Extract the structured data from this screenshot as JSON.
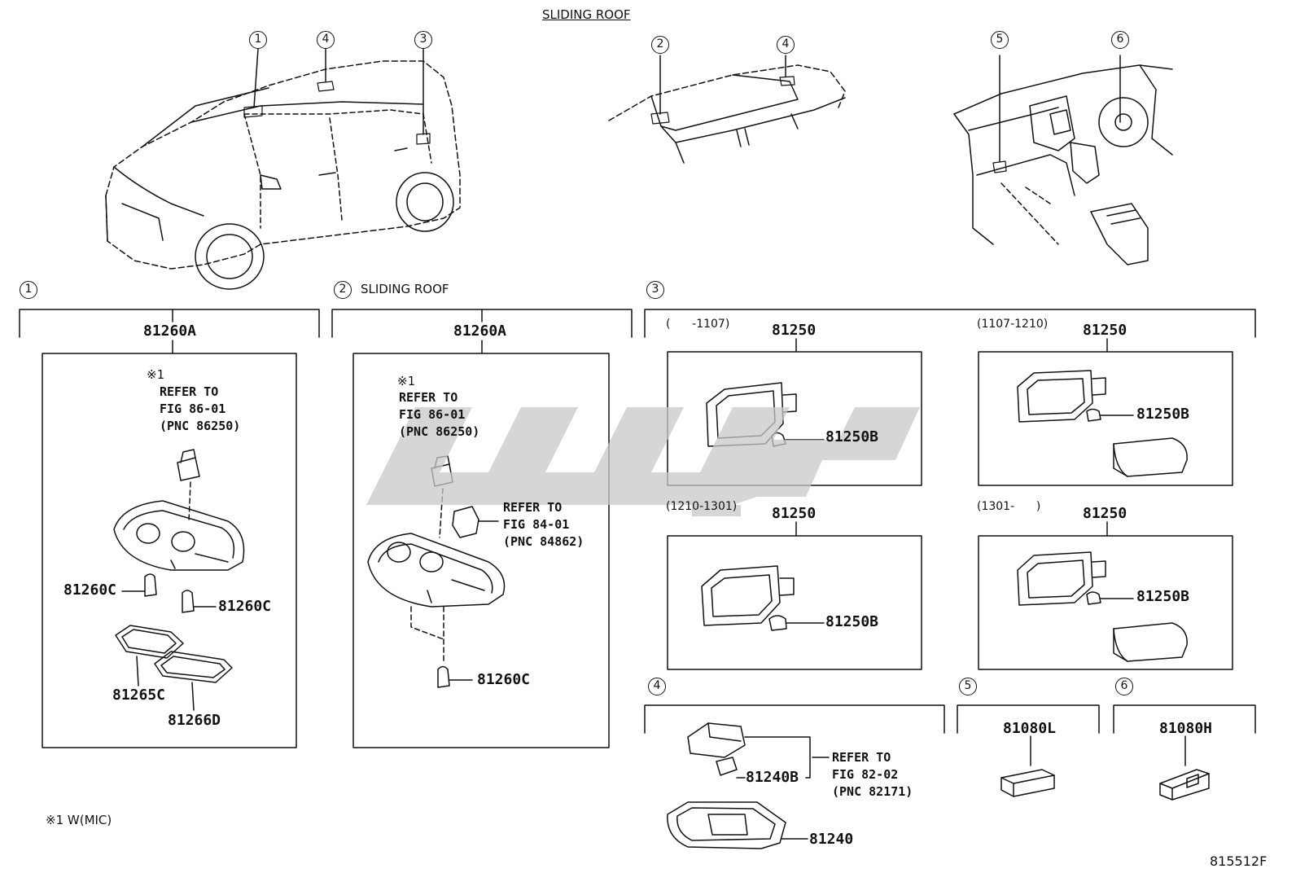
{
  "header": {
    "sliding_roof_caption": "SLIDING ROOF"
  },
  "callouts": {
    "overview_car": [
      "1",
      "4",
      "3"
    ],
    "overview_roof": [
      "2",
      "4"
    ],
    "overview_dash": [
      "5",
      "6"
    ]
  },
  "sections": {
    "s1": {
      "number": "1",
      "main_part": "81260A",
      "note_mark": "※1",
      "refer": "REFER TO\nFIG 86-01\n(PNC 86250)",
      "parts": [
        "81260C",
        "81260C",
        "81265C",
        "81266D"
      ]
    },
    "s2": {
      "number": "2",
      "label": "SLIDING ROOF",
      "main_part": "81260A",
      "note_mark": "※1",
      "refer_a": "REFER TO\nFIG 86-01\n(PNC 86250)",
      "refer_b": "REFER TO\nFIG 84-01\n(PNC 84862)",
      "parts": [
        "81260C"
      ]
    },
    "s3": {
      "number": "3",
      "variants": [
        {
          "date": "(      -1107)",
          "main_part": "81250",
          "bulb": "81250B"
        },
        {
          "date": "(1107-1210)",
          "main_part": "81250",
          "bulb": "81250B"
        },
        {
          "date": "(1210-1301)",
          "main_part": "81250",
          "bulb": "81250B"
        },
        {
          "date": "(1301-      )",
          "main_part": "81250",
          "bulb": "81250B"
        }
      ]
    },
    "s4": {
      "number": "4",
      "parts": [
        "81240B",
        "81240"
      ],
      "refer": "REFER TO\nFIG 82-02\n(PNC 82171)"
    },
    "s5": {
      "number": "5",
      "part": "81080L"
    },
    "s6": {
      "number": "6",
      "part": "81080H"
    }
  },
  "footnote": "※1 W(MIC)",
  "figure_id": "815512F",
  "colors": {
    "line": "#111111",
    "watermark": "#c8c8c8"
  }
}
